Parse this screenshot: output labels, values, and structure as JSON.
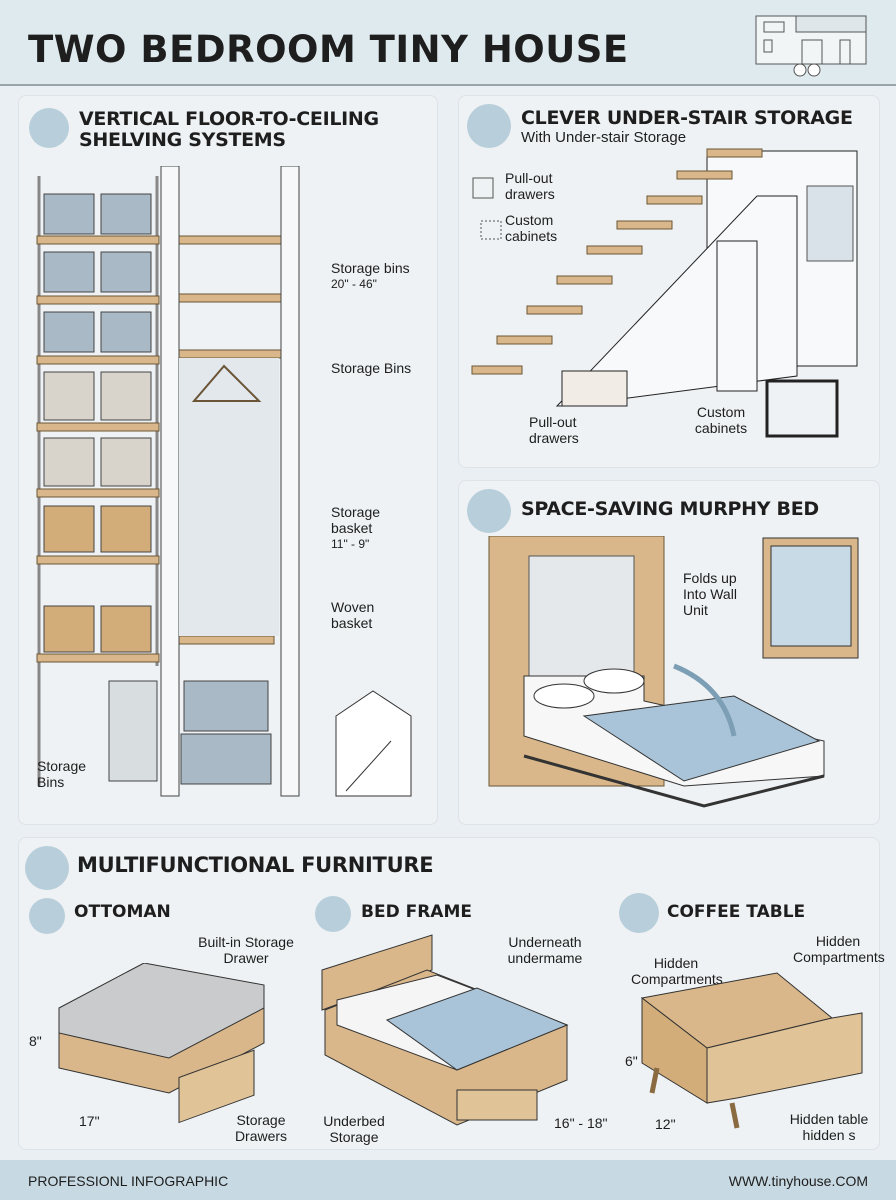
{
  "header": {
    "title": "TWO BEDROOM TINY HOUSE",
    "logo_icon": "tiny-house-trailer-icon"
  },
  "shelving": {
    "title": "VERTICAL FLOOR-TO-CEILING SHELVING SYSTEMS",
    "icon": "stacked-layers-icon",
    "labels": {
      "bins_size": "Storage bins",
      "bins_size_dim": "20\" - 46\"",
      "bins": "Storage Bins",
      "basket": "Storage basket",
      "basket_dim": "11\" - 9\"",
      "woven": "Woven basket",
      "bottom_bins": "Storage Bins"
    }
  },
  "stairs": {
    "title": "CLEVER UNDER-STAIR STORAGE",
    "subtitle": "With Under-stair Storage",
    "icon": "stairs-icon",
    "legend": [
      "Pull-out drawers",
      "Custom cabinets"
    ],
    "callouts": [
      "Pull-out drawers",
      "Custom cabinets"
    ]
  },
  "murphy": {
    "title": "SPACE-SAVING MURPHY BED",
    "icon": "murphy-bed-icon",
    "callout": "Folds up Into Wall Unit"
  },
  "furniture": {
    "title": "MULTIFUNCTIONAL FURNITURE",
    "icon": "transform-icon",
    "ottoman": {
      "title": "OTTOMAN",
      "top_label": "Built-in Storage Drawer",
      "height": "8\"",
      "width": "17\"",
      "bottom_label": "Storage Drawers"
    },
    "bed": {
      "title": "BED FRAME",
      "top_label": "Underneath undermame",
      "left_label": "Underbed Storage",
      "dim": "16\" - 18\""
    },
    "table": {
      "title": "COFFEE TABLE",
      "left_label": "Hidden Compartments",
      "right_label": "Hidden Compartments",
      "height": "6\"",
      "width": "12\"",
      "bottom_label": "Hidden table hidden s"
    }
  },
  "footer": {
    "left": "PROFESSIONL INFOGRAPHIC",
    "right": "WWW.tinyhouse.COM"
  },
  "colors": {
    "wood": "#d9b78a",
    "blue_bin": "#a9b9c6",
    "sheet": "#a9c4d8",
    "panel": "#eef2f4",
    "accent": "#b8cfdb"
  }
}
